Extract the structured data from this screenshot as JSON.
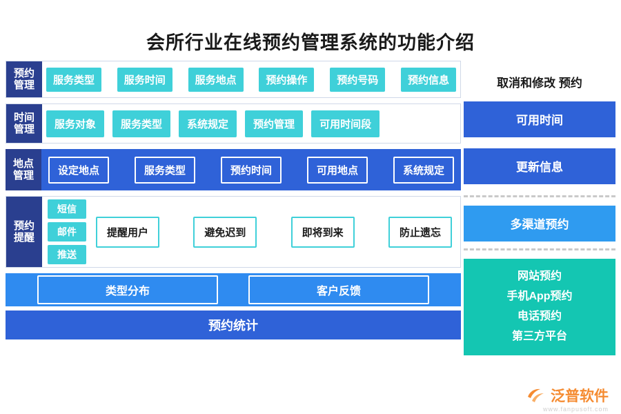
{
  "title": "会所行业在线预约管理系统的功能介绍",
  "left": {
    "rows": [
      {
        "label_line1": "预约",
        "label_line2": "管理",
        "items": [
          "服务类型",
          "服务时间",
          "服务地点",
          "预约操作",
          "预约号码",
          "预约信息"
        ]
      },
      {
        "label_line1": "时间",
        "label_line2": "管理",
        "items": [
          "服务对象",
          "服务类型",
          "系统规定",
          "预约管理",
          "可用时间段"
        ]
      },
      {
        "label_line1": "地点",
        "label_line2": "管理",
        "items": [
          "设定地点",
          "服务类型",
          "预约时间",
          "可用地点",
          "系统规定"
        ]
      },
      {
        "label_line1": "预约",
        "label_line2": "提醒",
        "channels": [
          "短信",
          "邮件",
          "推送"
        ],
        "items": [
          "提醒用户",
          "避免迟到",
          "即将到来",
          "防止遗忘"
        ]
      }
    ],
    "stats": {
      "items": [
        "类型分布",
        "客户反馈"
      ],
      "footer": "预约统计"
    }
  },
  "right": {
    "title_line1": "取消和修改",
    "title_line2": "预约",
    "boxes": [
      {
        "label": "可用时间"
      },
      {
        "label": "更新信息"
      },
      {
        "label": "多渠道预约"
      }
    ],
    "channels": [
      "网站预约",
      "手机App预约",
      "电话预约",
      "第三方平台"
    ]
  },
  "watermark": {
    "text": "泛普软件",
    "sub": "www.fanpusoft.com"
  },
  "colors": {
    "label_navy": "#2a3f8f",
    "chip_cyan": "#3fd0d9",
    "chip_blue": "#2f62d8",
    "stat_bar": "#2f8bf0",
    "teal": "#14c6b2",
    "watermark_orange": "#f58220"
  }
}
